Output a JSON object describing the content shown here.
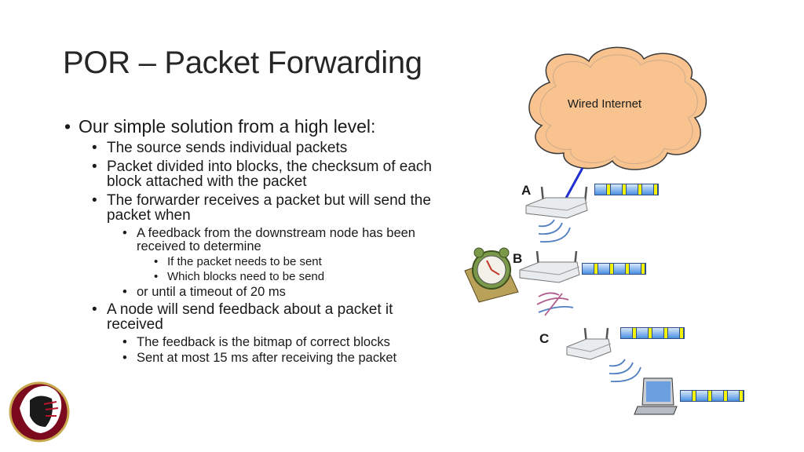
{
  "slide": {
    "title": "POR – Packet Forwarding",
    "cloud_label": "Wired Internet",
    "node_labels": {
      "a": "A",
      "b": "B",
      "c": "C"
    },
    "bullets": [
      {
        "level": 1,
        "text": "Our simple solution from a high level:"
      },
      {
        "level": 2,
        "text": "The source sends individual packets"
      },
      {
        "level": 2,
        "text": "Packet divided into blocks, the checksum of each block attached with the packet"
      },
      {
        "level": 2,
        "text": "The forwarder receives a packet but will send the packet when"
      },
      {
        "level": 3,
        "text": "A feedback from the downstream node has been received to determine"
      },
      {
        "level": 4,
        "text": "If the packet needs to be sent"
      },
      {
        "level": 4,
        "text": "Which blocks need to be send"
      },
      {
        "level": 3,
        "text": "or until a timeout of 20 ms"
      },
      {
        "level": 2,
        "text": "A node will send feedback about a packet it received"
      },
      {
        "level": 3,
        "text": "The feedback is the bitmap of correct blocks"
      },
      {
        "level": 3,
        "text": "Sent at most 15 ms after receiving the packet"
      }
    ],
    "colors": {
      "cloud_fill": "#f9c38f",
      "link": "#1f2fd1",
      "wave": "#4f7fc0",
      "wave_broken": "#b05c8c",
      "packet": "#4a90e2",
      "checksum": "#f2f20b"
    },
    "icons": [
      "cloud-icon",
      "router-icon",
      "alarm-clock-icon",
      "laptop-icon",
      "logo-icon"
    ]
  }
}
